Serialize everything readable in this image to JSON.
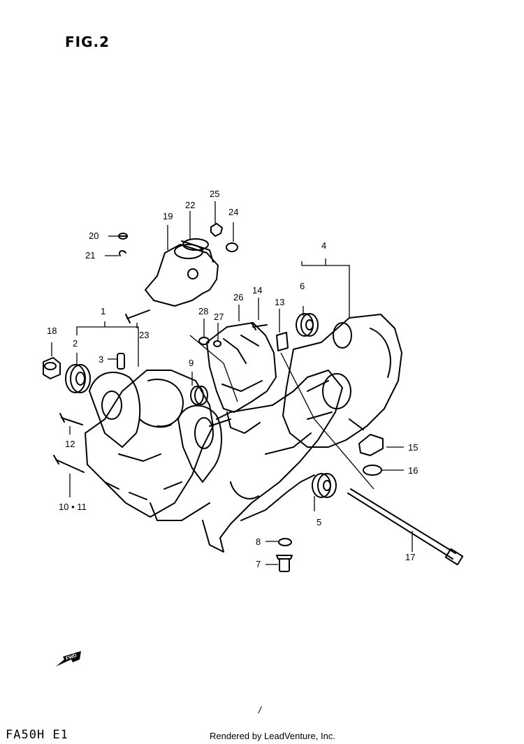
{
  "figure": {
    "title": "FIG.2",
    "model_code": "FA50H E1",
    "footer": "Rendered by LeadVenture, Inc.",
    "page_mark": "/",
    "fwd_label": "FWD"
  },
  "callouts": {
    "c1": "1",
    "c2": "2",
    "c3": "3",
    "c4": "4",
    "c5": "5",
    "c6": "6",
    "c7": "7",
    "c8": "8",
    "c9": "9",
    "c1011": "10 • 11",
    "c12": "12",
    "c13": "13",
    "c14": "14",
    "c15": "15",
    "c16": "16",
    "c17": "17",
    "c18": "18",
    "c19": "19",
    "c20": "20",
    "c21": "21",
    "c22": "22",
    "c23": "23",
    "c24": "24",
    "c25": "25",
    "c26": "26",
    "c27": "27",
    "c28": "28"
  }
}
